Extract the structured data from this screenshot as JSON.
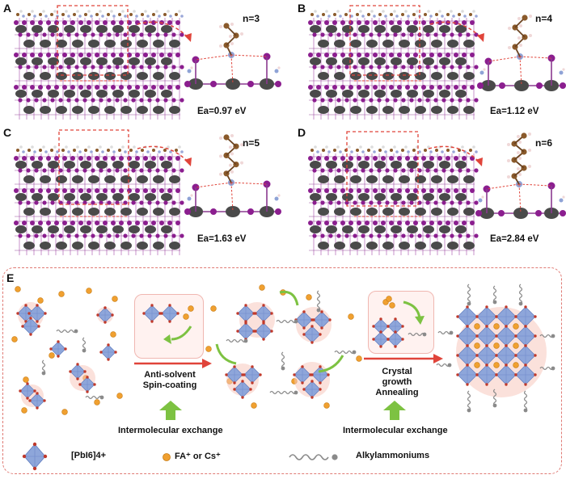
{
  "panels": [
    {
      "letter": "A",
      "n_label": "n=3",
      "ea_label": "Ea=0.97 eV"
    },
    {
      "letter": "B",
      "n_label": "n=4",
      "ea_label": "Ea=1.12 eV"
    },
    {
      "letter": "C",
      "n_label": "n=5",
      "ea_label": "Ea=1.63 eV"
    },
    {
      "letter": "D",
      "n_label": "n=6",
      "ea_label": "Ea=2.84 eV"
    }
  ],
  "panel_e": {
    "letter": "E",
    "step1": [
      "Anti-solvent",
      "Spin-coating"
    ],
    "step2": [
      "Crystal",
      "growth",
      "Annealing"
    ],
    "exchange_label_1": "Intermolecular exchange",
    "exchange_label_2": "Intermolecular exchange",
    "legend": {
      "octahedron": "[PbI6]4+",
      "cation": "FA⁺ or Cs⁺",
      "alkyl": "Alkylammoniums"
    }
  },
  "colors": {
    "pb": "#4a4a4a",
    "iodine": "#8b1e8f",
    "carbon": "#8a5a2b",
    "octahedron": "#8ea6da",
    "cation": "#f0a030",
    "arrow_red": "#e0443a",
    "arrow_green": "#7dc242",
    "dashed_box": "#e0443a"
  }
}
